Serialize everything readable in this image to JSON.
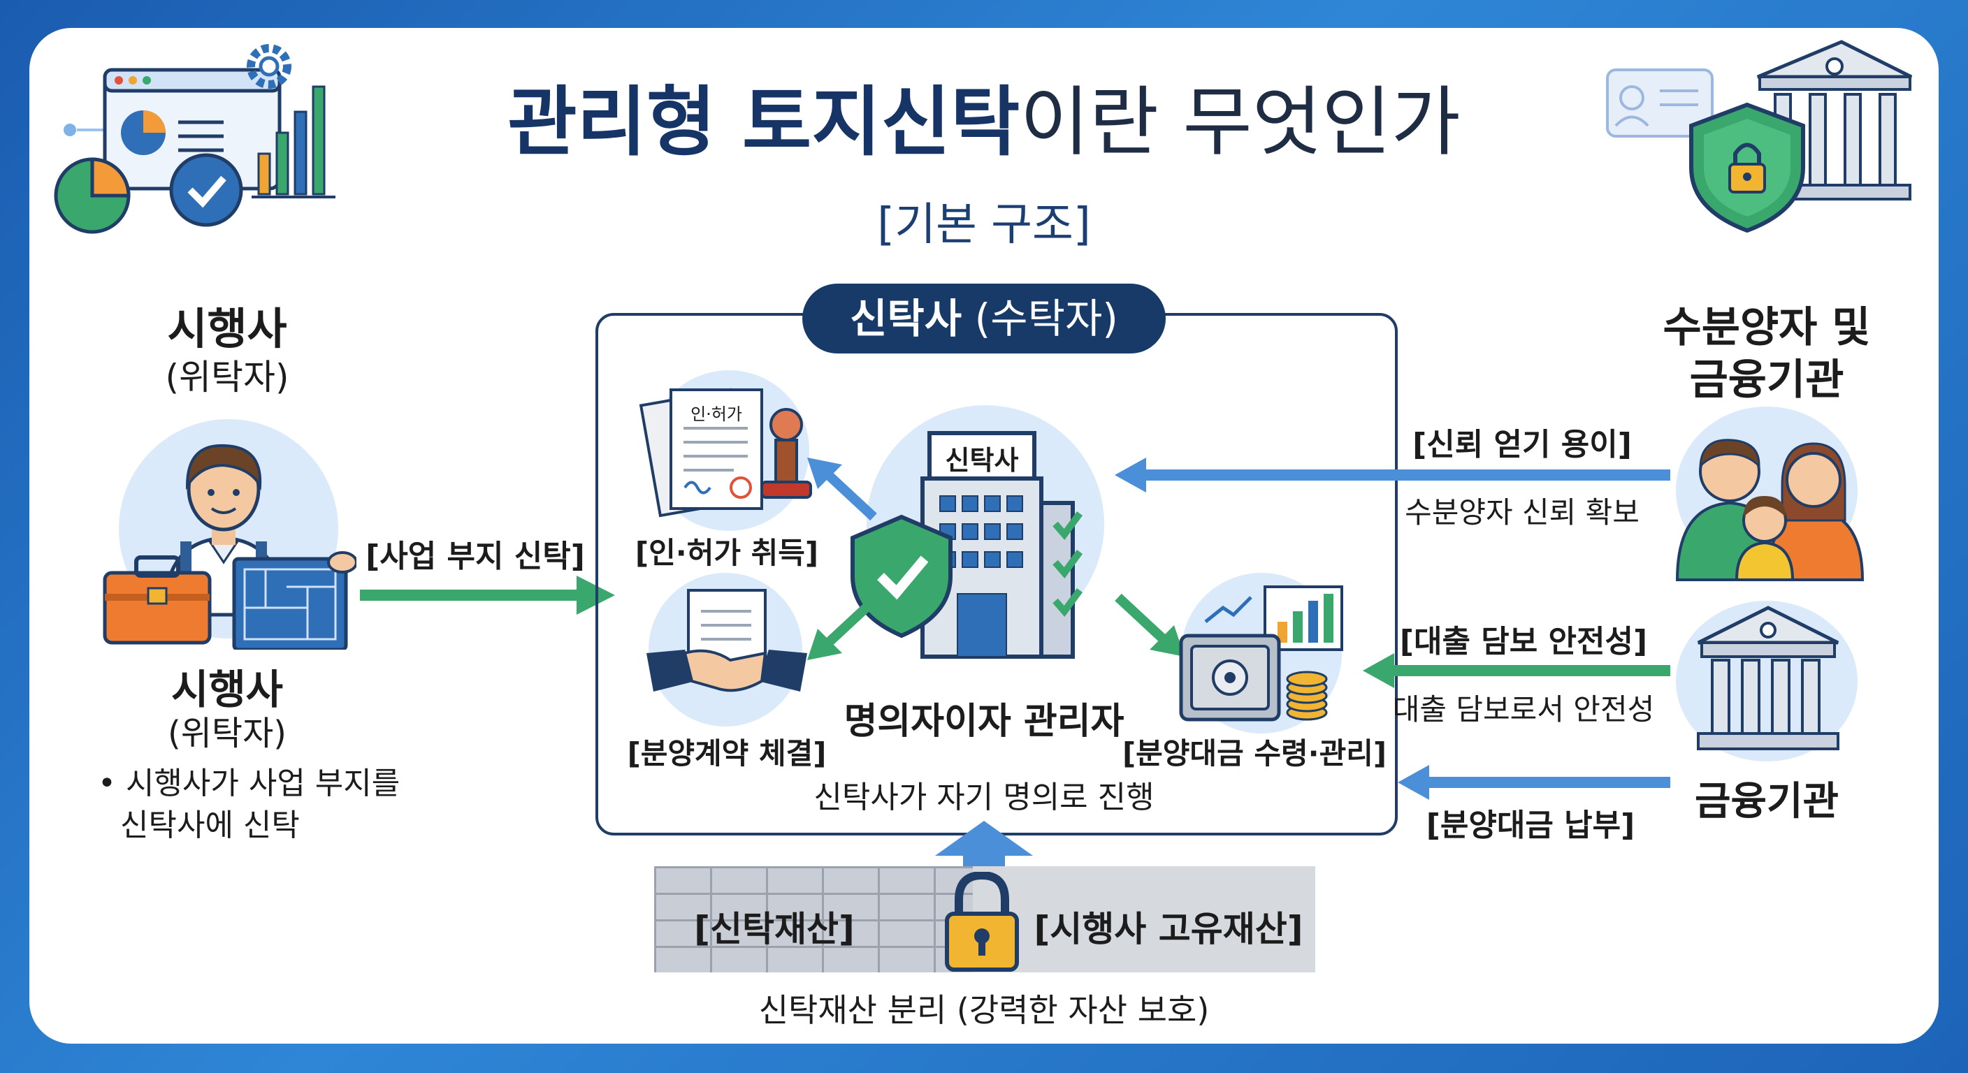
{
  "title": {
    "highlight": "관리형 토지신탁",
    "rest": "이란 무엇인가"
  },
  "subtitle": "[기본 구조]",
  "trustee": {
    "name": "신탁사",
    "role": "(수탁자)"
  },
  "developer": {
    "name_top": "시행사",
    "role_top": "(위탁자)",
    "name_bottom": "시행사",
    "role_bottom": "(위탁자)",
    "bullet_line1": "• 시행사가 사업 부지를",
    "bullet_line2": "신탁사에 신탁"
  },
  "arrow_trust_land": "[사업 부지 신탁]",
  "functions": {
    "permit": "[인·허가 취득]",
    "permit_doc": "인·허가",
    "sale_contract": "[분양계약 체결]",
    "proceeds": "[분양대금 수령·관리]"
  },
  "center": {
    "building_sign": "신탁사",
    "role": "명의자이자 관리자",
    "desc": "신탁사가 자기 명의로 진행"
  },
  "right": {
    "title_line1": "수분양자 및",
    "title_line2": "금융기관",
    "trust_label": "[신뢰 얻기 용이]",
    "trust_desc": "수분양자 신뢰 확보",
    "loan_label": "[대출 담보 안전성]",
    "loan_desc": "대출 담보로서 안전성",
    "bank_name": "금융기관",
    "payment_label": "[분양대금 납부]"
  },
  "bottom": {
    "trust_property": "[신탁재산]",
    "own_property": "[시행사 고유재산]",
    "desc": "신탁재산 분리 (강력한 자산 보호)"
  },
  "colors": {
    "navy": "#173a68",
    "green_arrow": "#3aa76d",
    "blue_arrow": "#4a8fd8",
    "light_circle": "#dbeafb"
  }
}
